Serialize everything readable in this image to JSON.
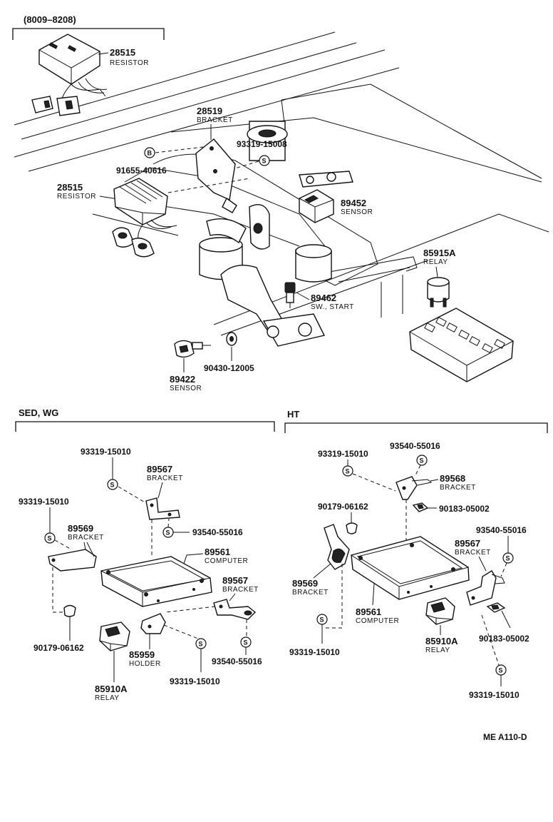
{
  "sections": {
    "top_range": "(8009–8208)",
    "sed_wg": "SED, WG",
    "ht": "HT"
  },
  "top": {
    "resistor_a_pn": "28515",
    "resistor_a_desc": "RESISTOR",
    "bracket_pn": "28519",
    "bracket_desc": "BRACKET",
    "bolt_pn": "93319-15008",
    "bolt_b_pn": "91655-40616",
    "resistor_b_pn": "28515",
    "resistor_b_desc": "RESISTOR",
    "sensor_a_pn": "89452",
    "sensor_a_desc": "SENSOR",
    "relay_pn": "85915A",
    "relay_desc": "RELAY",
    "switch_pn": "89462",
    "switch_desc": "SW., START",
    "sensor_b_pn": "89422",
    "sensor_b_desc": "SENSOR",
    "washer_pn": "90430-12005"
  },
  "sed": {
    "screw_top": "93319-15010",
    "bracket_top_pn": "89567",
    "bracket_top_desc": "BRACKET",
    "screw_left": "93319-15010",
    "bracket_left_pn": "89569",
    "bracket_left_desc": "BRACKET",
    "nut_a": "93540-55016",
    "computer_pn": "89561",
    "computer_desc": "COMPUTER",
    "bracket_right_pn": "89567",
    "bracket_right_desc": "BRACKET",
    "clip": "90179-06162",
    "holder_pn": "85959",
    "holder_desc": "HOLDER",
    "screw_bottom": "93319-15010",
    "nut_b": "93540-55016",
    "relay_pn": "85910A",
    "relay_desc": "RELAY"
  },
  "ht": {
    "screw_top": "93319-15010",
    "nut_top": "93540-55016",
    "bracket_a_pn": "89568",
    "bracket_a_desc": "BRACKET",
    "clip": "90179-06162",
    "washer_a": "90183-05002",
    "nut_right": "93540-55016",
    "bracket_b_pn": "89567",
    "bracket_b_desc": "BRACKET",
    "bracket_c_pn": "89569",
    "bracket_c_desc": "BRACKET",
    "computer_pn": "89561",
    "computer_desc": "COMPUTER",
    "relay_pn": "85910A",
    "relay_desc": "RELAY",
    "washer_b": "90183-05002",
    "screw_left": "93319-15010",
    "screw_bottom": "93319-15010"
  },
  "symbols": {
    "s": "S",
    "b": "B"
  },
  "footer_code": "ME  A110-D"
}
